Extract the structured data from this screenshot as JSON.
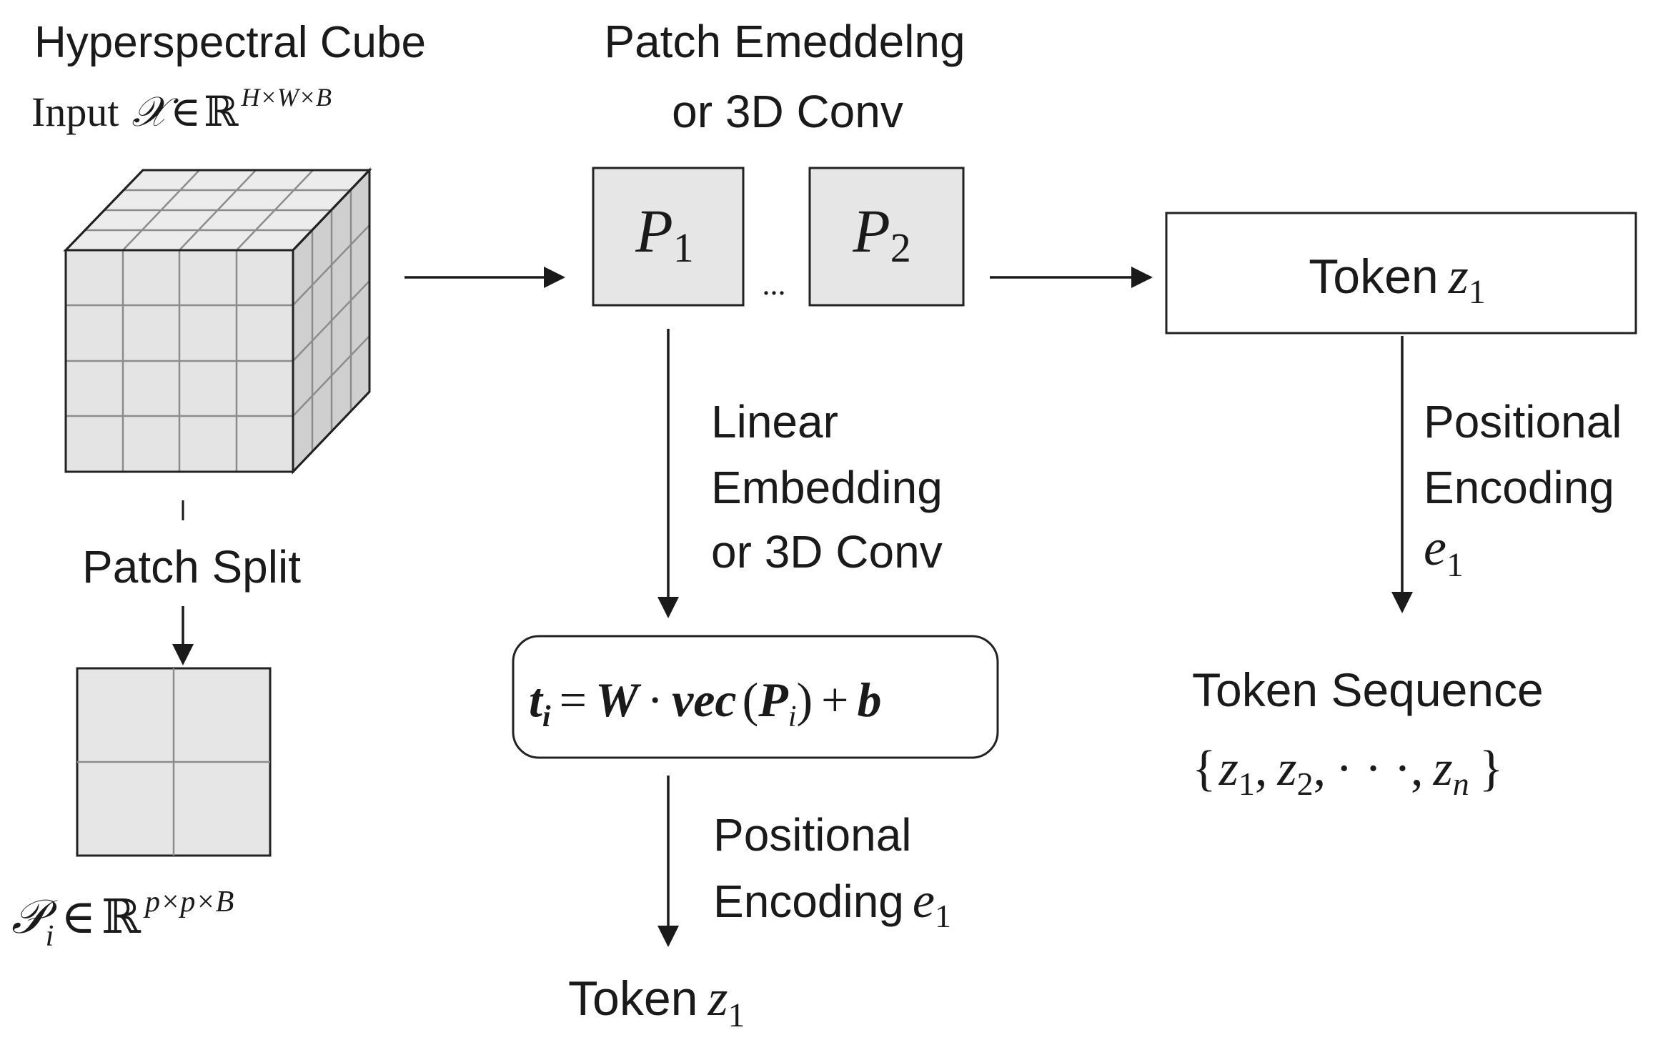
{
  "labels": {
    "cube_title": "Hyperspectral Cube",
    "input_word": "Input",
    "input_var": "𝒳",
    "input_in": "∈",
    "input_space": "ℝ",
    "input_dims": "H×W×B",
    "patch_embed_line1": "Patch Emeddelng",
    "patch_embed_line2": "or 3D Conv",
    "p1_main": "P",
    "p1_sub": "1",
    "ellipsis": "...",
    "p2_main": "P",
    "p2_sub": "2",
    "token_top_word": "Token",
    "token_top_var": "z",
    "token_top_sub": "1",
    "patch_split": "Patch Split",
    "linear_line1": "Linear",
    "linear_line2": "Embedding",
    "linear_line3": "or 3D Conv",
    "formula_t": "t",
    "formula_t_sub": "i",
    "formula_eq": "=",
    "formula_w": "W",
    "formula_dot": "·",
    "formula_vec": "vec",
    "formula_lp": "(",
    "formula_p": "P",
    "formula_p_sub": "i",
    "formula_rp": ")",
    "formula_plus": "+",
    "formula_b": "b",
    "pos_right_line1": "Positional",
    "pos_right_line2": "Encoding",
    "pos_right_var": "e",
    "pos_right_sub": "1",
    "token_seq_title": "Token Sequence",
    "token_seq_lb": "{",
    "token_seq_z1": "z",
    "token_seq_s1": "1",
    "token_seq_c1": ",",
    "token_seq_z2": "z",
    "token_seq_s2": "2",
    "token_seq_c2": ",",
    "token_seq_dots": "· · ·",
    "token_seq_c3": ",",
    "token_seq_zn": "z",
    "token_seq_sn": "n",
    "token_seq_rb": "}",
    "pos_mid_line1": "Positional",
    "pos_mid_line2": "Encoding",
    "pos_mid_var": "e",
    "pos_mid_sub": "1",
    "patch_space_var": "𝒫",
    "patch_space_sub": "i",
    "patch_space_in": "∈",
    "patch_space_r": "ℝ",
    "patch_space_dims": "p×p×B",
    "token_bottom_word": "Token",
    "token_bottom_var": "z",
    "token_bottom_sub": "1"
  }
}
